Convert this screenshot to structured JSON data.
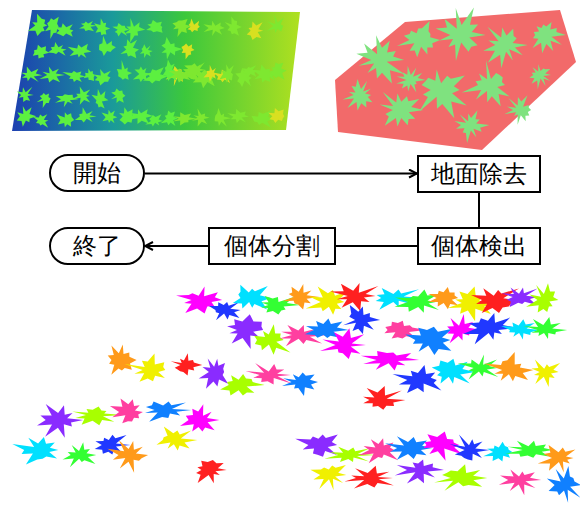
{
  "diagram": {
    "nodes": [
      {
        "text": [
          "開始"
        ]
      },
      {
        "text": [
          "地面除去"
        ]
      },
      {
        "text": [
          "個体検出"
        ]
      },
      {
        "text": [
          "個体分割"
        ]
      },
      {
        "text": [
          "終了"
        ]
      }
    ],
    "edges": [
      {
        "from": 0,
        "to": 1,
        "arrow": "to"
      },
      {
        "from": 1,
        "to": 2,
        "arrow": "none"
      },
      {
        "from": 2,
        "to": 3,
        "arrow": "none"
      },
      {
        "from": 3,
        "to": 4,
        "arrow": "to"
      }
    ]
  }
}
